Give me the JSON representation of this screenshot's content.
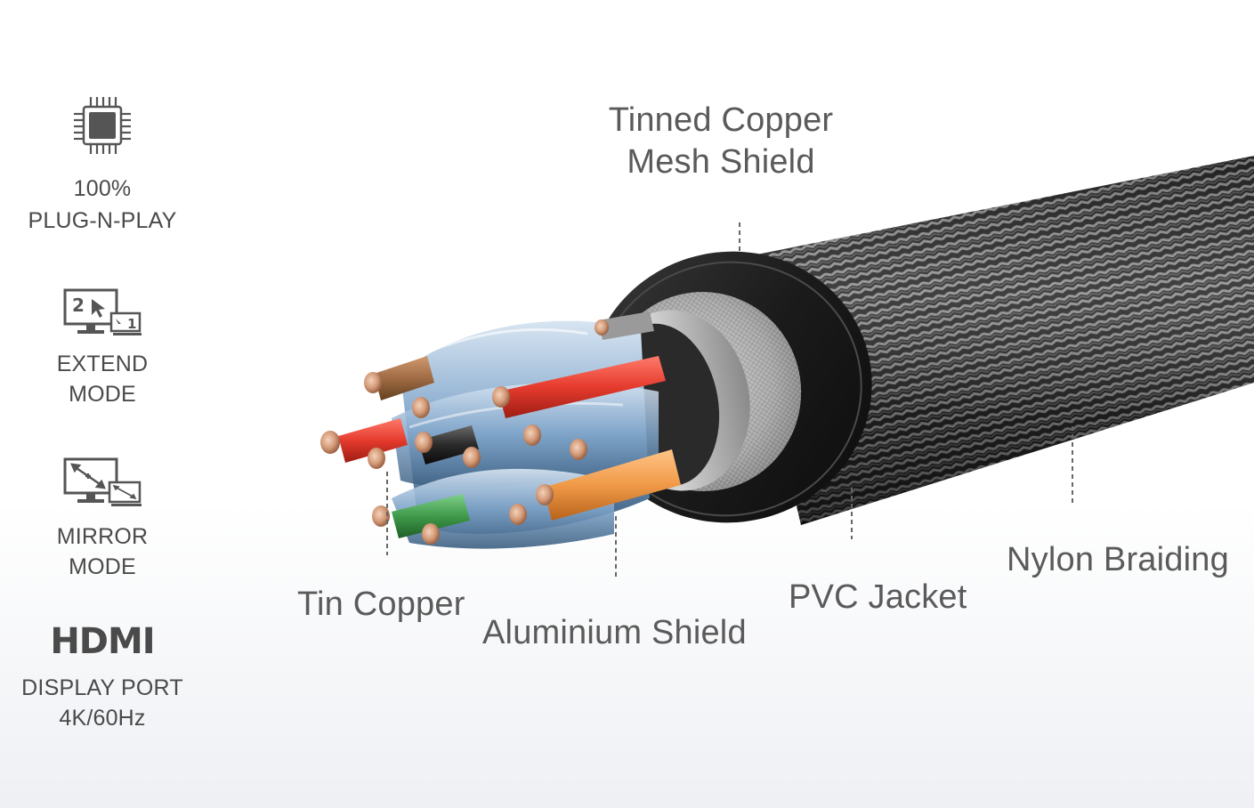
{
  "features": [
    {
      "icon": "chip-icon",
      "lines": [
        "100%",
        "PLUG-N-PLAY"
      ]
    },
    {
      "icon": "extend-display-icon",
      "badge_a": "2",
      "badge_b": "1",
      "lines": [
        "EXTEND",
        "MODE"
      ]
    },
    {
      "icon": "mirror-display-icon",
      "lines": [
        "MIRROR",
        "MODE"
      ]
    },
    {
      "icon": "hdmi-logo",
      "logo_text": "HDMI",
      "lines": [
        "DISPLAY PORT",
        "4K/60Hz"
      ]
    }
  ],
  "callouts": {
    "mesh_line1": "Tinned Copper",
    "mesh_line2": "Mesh Shield",
    "tin_copper": "Tin Copper",
    "aluminium": "Aluminium Shield",
    "pvc": "PVC Jacket",
    "nylon": "Nylon Braiding"
  },
  "colors": {
    "text": "#5a5a5a",
    "icon": "#555555",
    "copper": "#d49a78",
    "wire_red": "#e53b2e",
    "wire_orange": "#f09a48",
    "wire_green": "#3f9a4a",
    "wire_brown": "#a06c45",
    "wire_black": "#2a2a2a",
    "foil_blue": "#7fa6cc",
    "pvc_black": "#1f1f1f",
    "braid_dark": "#2b2b2b",
    "braid_light": "#9a9a9a"
  }
}
